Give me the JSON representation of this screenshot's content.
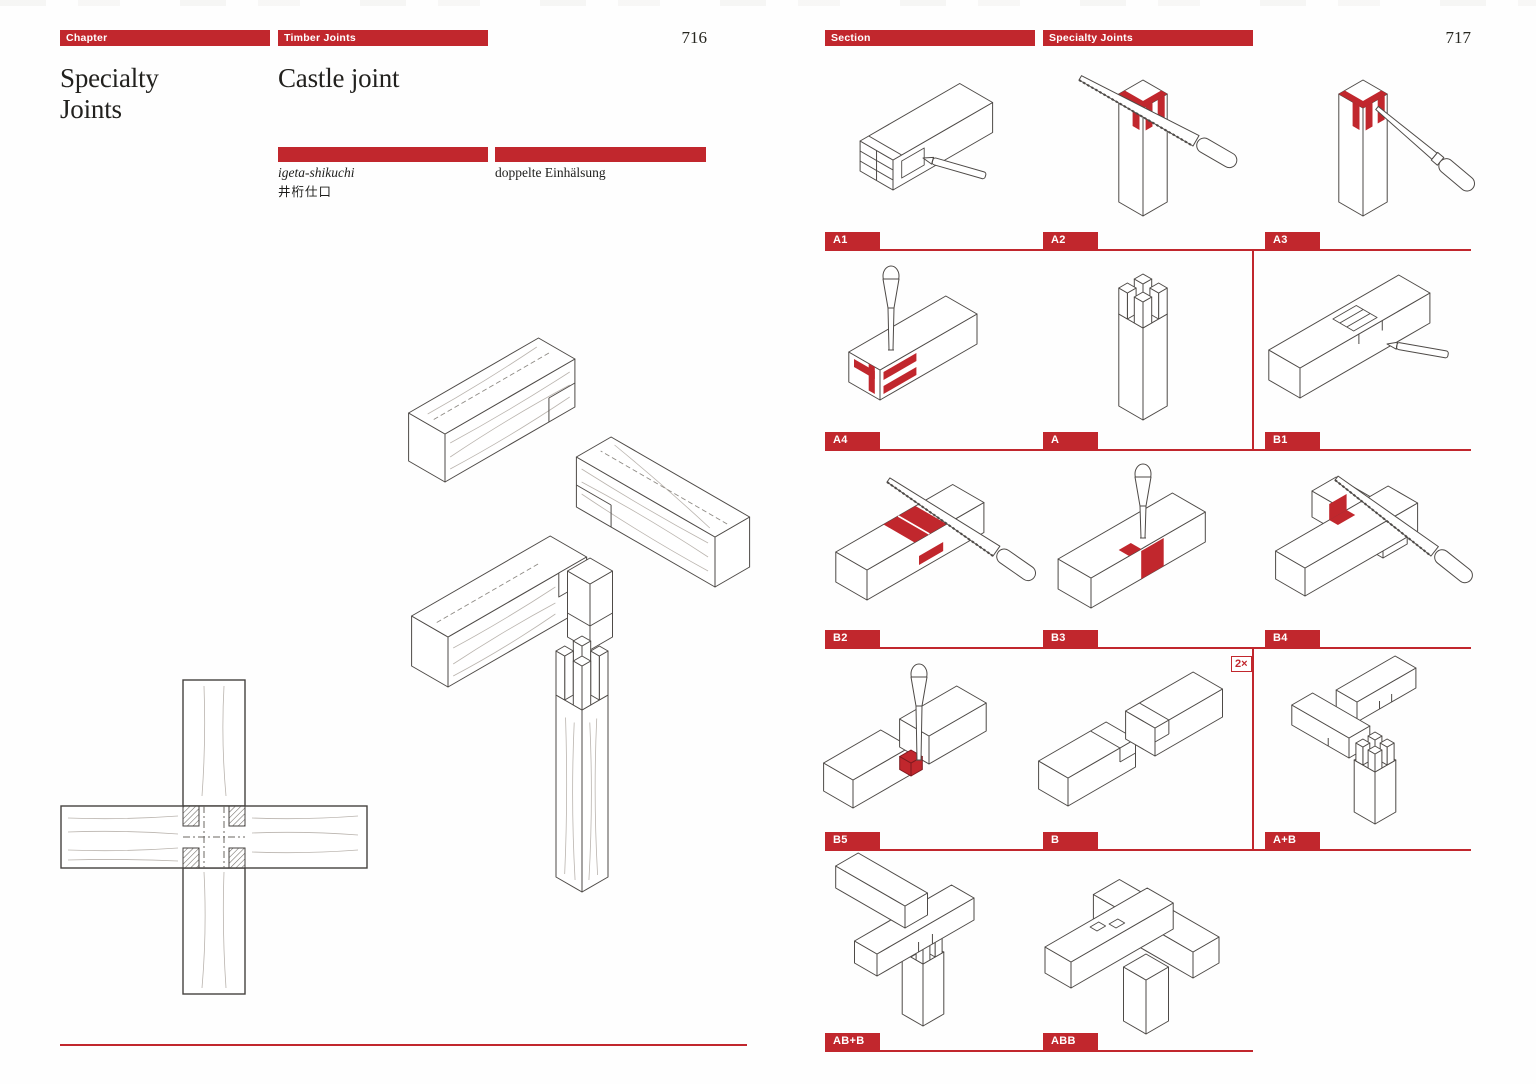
{
  "colors": {
    "accent": "#c1272d",
    "ink": "#1d1d1b"
  },
  "page_left": {
    "header": {
      "chapter_tab": "Chapter",
      "context_tab": "Timber Joints",
      "page_number": "716"
    },
    "chapter_title": "Specialty Joints",
    "joint_title": "Castle joint",
    "names": {
      "romaji": "igeta-shikuchi",
      "japanese": "井桁仕口",
      "german": "doppelte Einhälsung"
    }
  },
  "page_right": {
    "header": {
      "section_tab": "Section",
      "context_tab": "Specialty Joints",
      "page_number": "717"
    },
    "steps": [
      "A1",
      "A2",
      "A3",
      "A4",
      "A",
      "B1",
      "B2",
      "B3",
      "B4",
      "B5",
      "B",
      "A+B",
      "AB+B",
      "ABB"
    ],
    "badge_2x": "2×"
  }
}
